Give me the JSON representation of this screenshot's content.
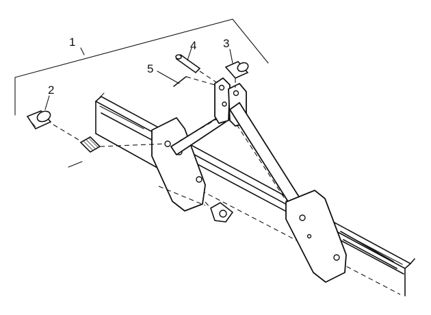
{
  "diagram": {
    "callouts": [
      "1",
      "2",
      "3",
      "4",
      "5"
    ]
  }
}
